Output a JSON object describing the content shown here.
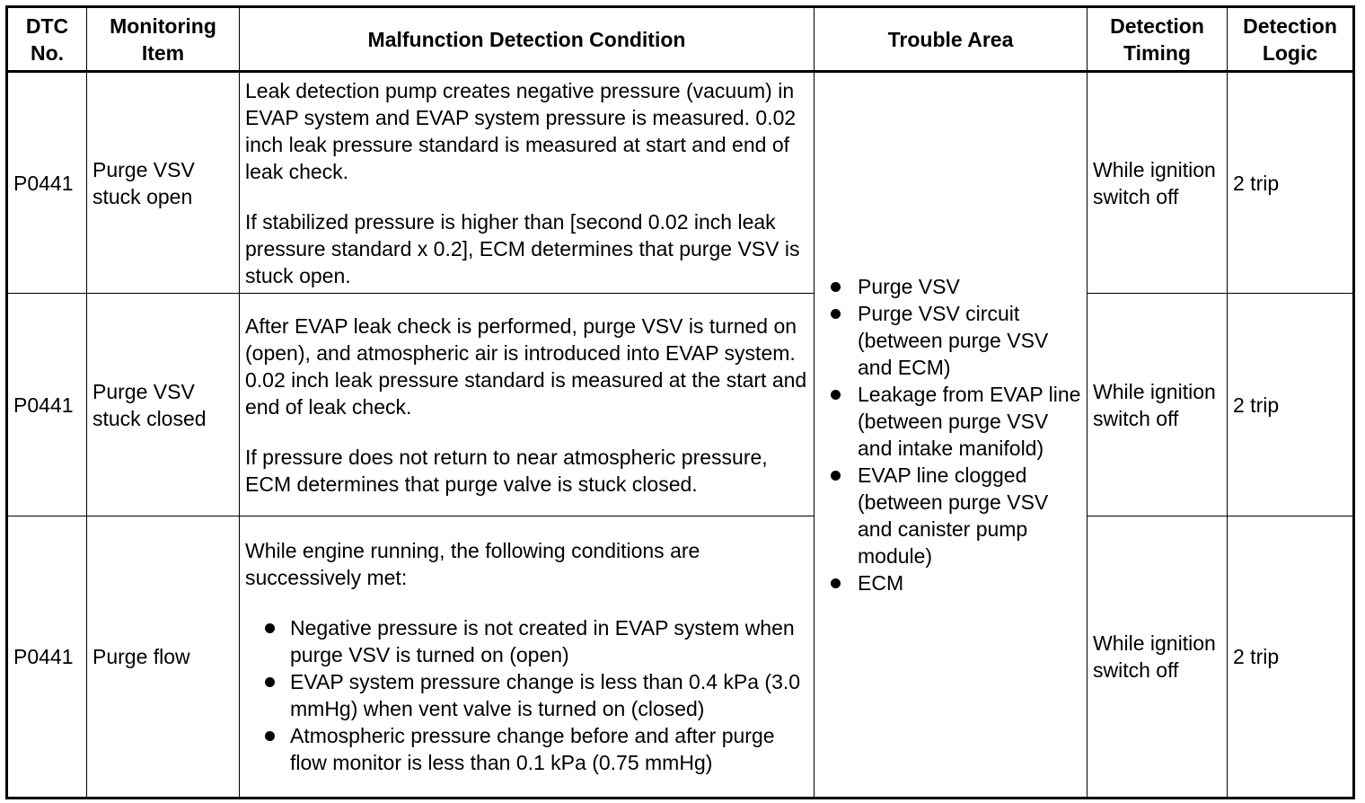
{
  "headers": {
    "dtc_no": "DTC No.",
    "monitoring_item": "Monitoring Item",
    "condition": "Malfunction Detection Condition",
    "trouble_area": "Trouble Area",
    "timing": "Detection Timing",
    "logic": "Detection Logic"
  },
  "rows": [
    {
      "dtc": "P0441",
      "item": "Purge VSV stuck open",
      "condition_p1": "Leak detection pump creates negative pressure (vacuum) in EVAP system and EVAP system pressure is measured. 0.02 inch leak pressure standard is measured at start and end of leak check.",
      "condition_p2": "If stabilized pressure is higher than [second 0.02 inch leak pressure standard x 0.2], ECM determines that purge VSV is stuck open.",
      "timing": "While ignition switch off",
      "logic": "2 trip"
    },
    {
      "dtc": "P0441",
      "item": "Purge VSV stuck closed",
      "condition_p1": "After EVAP leak check is performed, purge VSV is turned on (open), and atmospheric air is introduced into EVAP system. 0.02 inch leak pressure standard is measured at the start and end of leak check.",
      "condition_p2": "If pressure does not return to near atmospheric pressure, ECM determines that purge valve is stuck closed.",
      "timing": "While ignition switch off",
      "logic": "2 trip"
    },
    {
      "dtc": "P0441",
      "item": "Purge flow",
      "condition_intro": "While engine running, the following conditions are successively met:",
      "condition_bullets": [
        "Negative pressure is not created in EVAP system when purge VSV is turned on (open)",
        "EVAP system pressure change is less than 0.4 kPa (3.0 mmHg) when vent valve is turned on (closed)",
        "Atmospheric pressure change before and after purge flow monitor is less than 0.1 kPa (0.75 mmHg)"
      ],
      "timing": "While ignition switch off",
      "logic": "2 trip"
    }
  ],
  "trouble_area": [
    "Purge VSV",
    "Purge VSV circuit (between purge VSV and ECM)",
    "Leakage from EVAP line (between purge VSV and intake manifold)",
    "EVAP line clogged (between purge VSV and canister pump module)",
    "ECM"
  ]
}
